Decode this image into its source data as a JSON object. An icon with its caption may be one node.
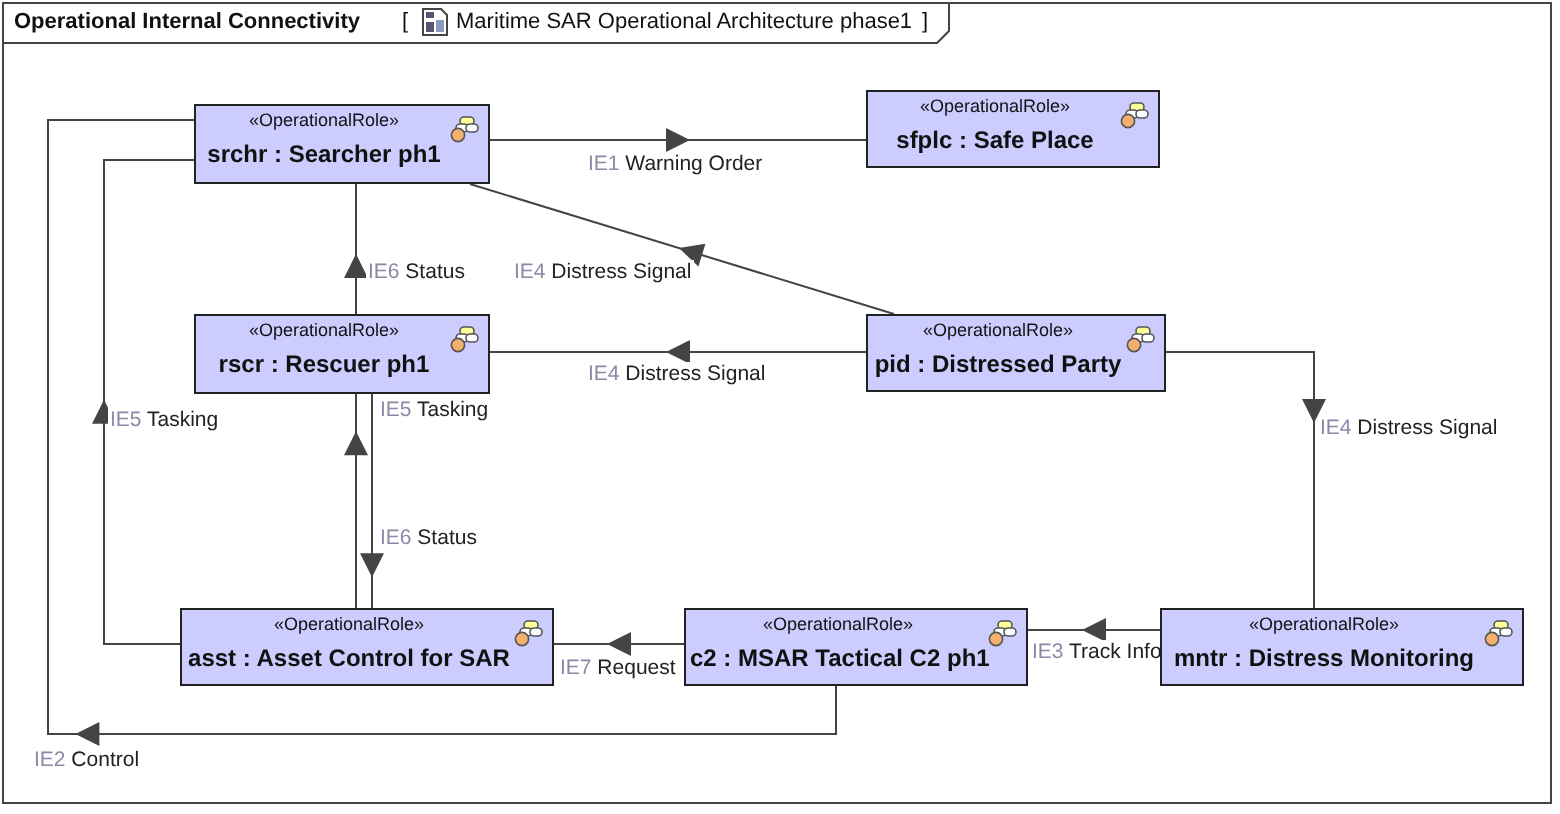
{
  "diagram": {
    "title": "Operational Internal Connectivity",
    "nodes": [
      {
        "text": [
          "«OperationalRole»",
          "srchr : Searcher ph1"
        ]
      },
      {
        "text": [
          "«OperationalRole»",
          "sfplc : Safe Place"
        ]
      },
      {
        "text": [
          "«OperationalRole»",
          "rscr : Rescuer ph1"
        ]
      },
      {
        "text": [
          "«OperationalRole»",
          "pid : Distressed Party"
        ]
      },
      {
        "text": [
          "«OperationalRole»",
          "asst : Asset Control for SAR"
        ]
      },
      {
        "text": [
          "«OperationalRole»",
          "c2 : MSAR Tactical C2 ph1"
        ]
      },
      {
        "text": [
          "«OperationalRole»",
          "mntr : Distress Monitoring"
        ]
      }
    ],
    "edges": [
      {
        "from": 0,
        "to": 1,
        "arrow": "to",
        "label": "IE1 Warning Order"
      },
      {
        "from": 3,
        "to": 0,
        "arrow": "to",
        "label": "IE4 Distress Signal"
      },
      {
        "from": 3,
        "to": 2,
        "arrow": "to",
        "label": "IE4 Distress Signal"
      },
      {
        "from": 2,
        "to": 0,
        "arrow": "to",
        "label": "IE6 Status"
      },
      {
        "from": 4,
        "to": 2,
        "arrow": "to",
        "label": "IE5 Tasking"
      },
      {
        "from": 2,
        "to": 4,
        "arrow": "to",
        "label": "IE6 Status"
      },
      {
        "from": 4,
        "to": 0,
        "arrow": "to",
        "label": "IE5 Tasking"
      },
      {
        "from": 5,
        "to": 0,
        "arrow": "to",
        "label": "IE2 Control"
      },
      {
        "from": 5,
        "to": 4,
        "arrow": "to",
        "label": "IE7 Request"
      },
      {
        "from": 6,
        "to": 5,
        "arrow": "to",
        "label": "IE3 Track Info"
      },
      {
        "from": 3,
        "to": 6,
        "arrow": "to",
        "label": "IE4 Distress Signal"
      }
    ],
    "labels": [
      "[",
      "Maritime SAR Operational Architecture phase1",
      "]"
    ]
  }
}
